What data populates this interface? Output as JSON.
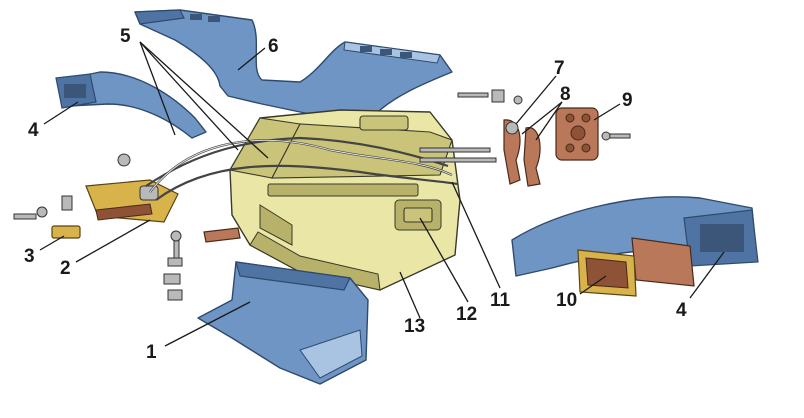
{
  "callouts": [
    {
      "id": "1",
      "text": "1"
    },
    {
      "id": "2",
      "text": "2"
    },
    {
      "id": "3",
      "text": "3"
    },
    {
      "id": "4a",
      "text": "4"
    },
    {
      "id": "4b",
      "text": "4"
    },
    {
      "id": "5",
      "text": "5"
    },
    {
      "id": "6",
      "text": "6"
    },
    {
      "id": "7",
      "text": "7"
    },
    {
      "id": "8",
      "text": "8"
    },
    {
      "id": "9",
      "text": "9"
    },
    {
      "id": "10",
      "text": "10"
    },
    {
      "id": "11",
      "text": "11"
    },
    {
      "id": "12",
      "text": "12"
    },
    {
      "id": "13",
      "text": "13"
    }
  ],
  "colors": {
    "duct_blue": "#6f95c4",
    "housing_yellow": "#e9e6a6",
    "bracket_gold": "#d8b24a",
    "flap_brown": "#b9785a",
    "background": "#ffffff"
  }
}
